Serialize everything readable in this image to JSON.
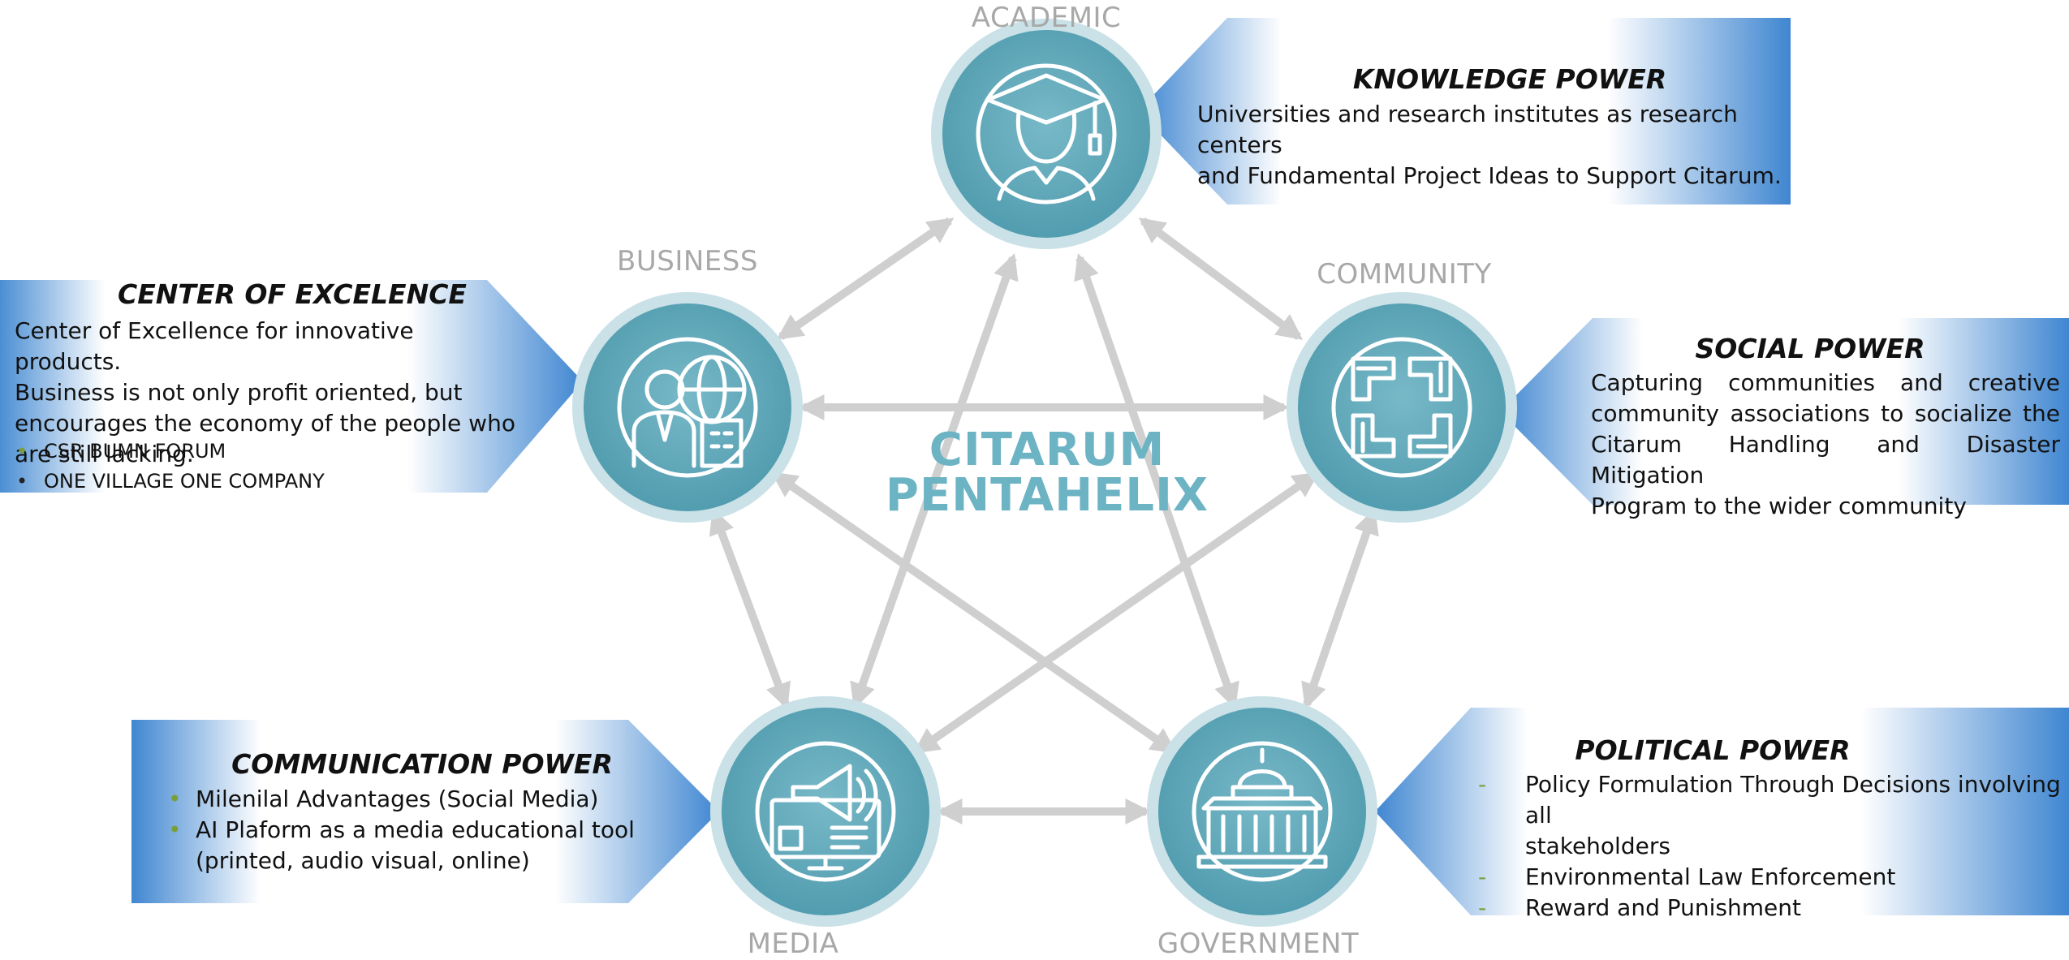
{
  "diagram": {
    "title_lines": [
      "CITARUM",
      "PENTAHELIX"
    ],
    "nodes": {
      "academic": {
        "label": "ACADEMIC",
        "icon": "graduate-icon"
      },
      "business": {
        "label": "BUSINESS",
        "icon": "businessman-globe-icon"
      },
      "community": {
        "label": "COMMUNITY",
        "icon": "hands-circle-icon"
      },
      "media": {
        "label": "MEDIA",
        "icon": "megaphone-monitor-icon"
      },
      "government": {
        "label": "GOVERNMENT",
        "icon": "capitol-building-icon"
      }
    },
    "colors": {
      "node_fill": "#6aaebf",
      "node_ring": "#c8e0e6",
      "title": "#6cb3c4",
      "label": "#a8a8a8",
      "box_blue": "#3f86d1",
      "arrow": "#cfcfcf"
    }
  },
  "boxes": {
    "knowledge": {
      "title": "KNOWLEDGE POWER",
      "lines": [
        "Universities and research institutes as research centers",
        "and Fundamental Project Ideas to Support Citarum."
      ]
    },
    "excellence": {
      "title": "CENTER OF EXCELENCE",
      "lines": [
        "Center of Excellence for innovative products.",
        "Business is not only profit oriented, but",
        "encourages the economy of the people who",
        "are still lacking."
      ],
      "bullets": [
        "CSR BUMN FORUM",
        "ONE VILLAGE ONE COMPANY"
      ]
    },
    "social": {
      "title": "SOCIAL POWER",
      "lines": [
        "Capturing communities and creative",
        "community associations to socialize the",
        "Citarum Handling and Disaster Mitigation",
        "Program to the wider community"
      ]
    },
    "communication": {
      "title": "COMMUNICATION POWER",
      "bullets": [
        "Milenilal Advantages (Social Media)",
        "AI Plaform as a media educational tool",
        "(printed, audio visual, online)"
      ]
    },
    "political": {
      "title": "POLITICAL POWER",
      "items": [
        "Policy Formulation Through Decisions involving all",
        "stakeholders",
        "Environmental Law Enforcement",
        "Reward and Punishment"
      ]
    }
  }
}
